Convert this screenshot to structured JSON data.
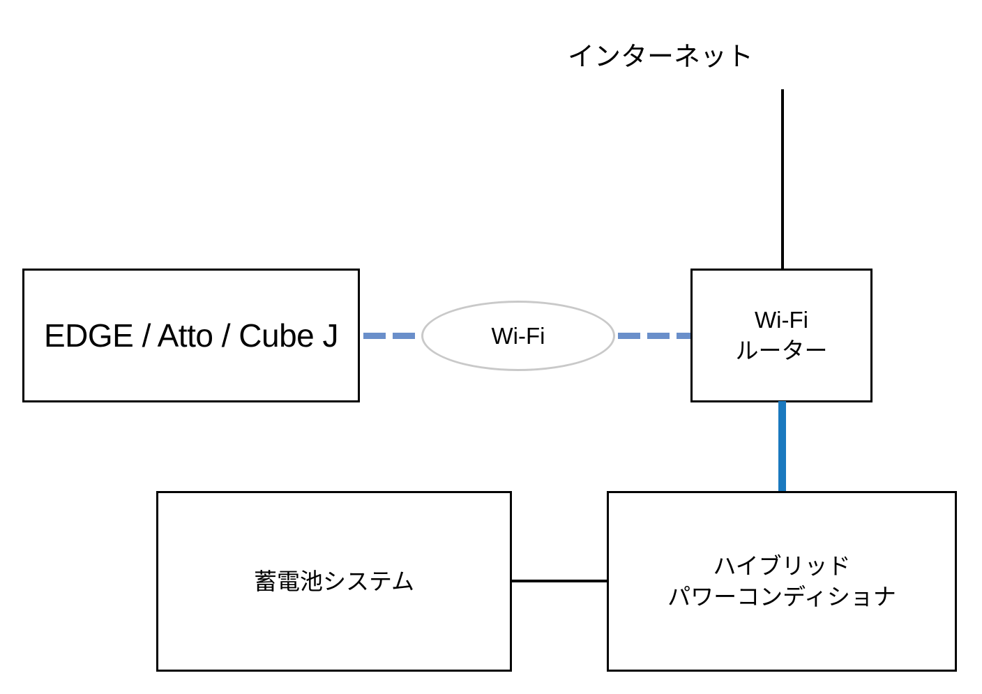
{
  "diagram": {
    "title_label": "インターネット",
    "nodes": {
      "device": {
        "label": "EDGE / Atto / Cube J"
      },
      "wifi_cloud": {
        "label": "Wi-Fi"
      },
      "router": {
        "label": "Wi-Fi\nルーター"
      },
      "battery": {
        "label": "蓄電池システム"
      },
      "pcs": {
        "label": "ハイブリッド\nパワーコンディショナ"
      }
    },
    "connections": {
      "internet_to_router": {
        "style": "solid",
        "color": "#000000"
      },
      "device_to_wifi": {
        "style": "dashed",
        "color": "#6a8fca"
      },
      "wifi_to_router": {
        "style": "dashed",
        "color": "#6a8fca"
      },
      "router_to_pcs": {
        "style": "solid-thick",
        "color": "#1a79bf"
      },
      "battery_to_pcs": {
        "style": "solid",
        "color": "#000000"
      }
    },
    "colors": {
      "box_border": "#000000",
      "ellipse_border": "#c9c9c9",
      "wifi_link": "#6a8fca",
      "power_link": "#1a79bf",
      "background": "#ffffff"
    }
  }
}
